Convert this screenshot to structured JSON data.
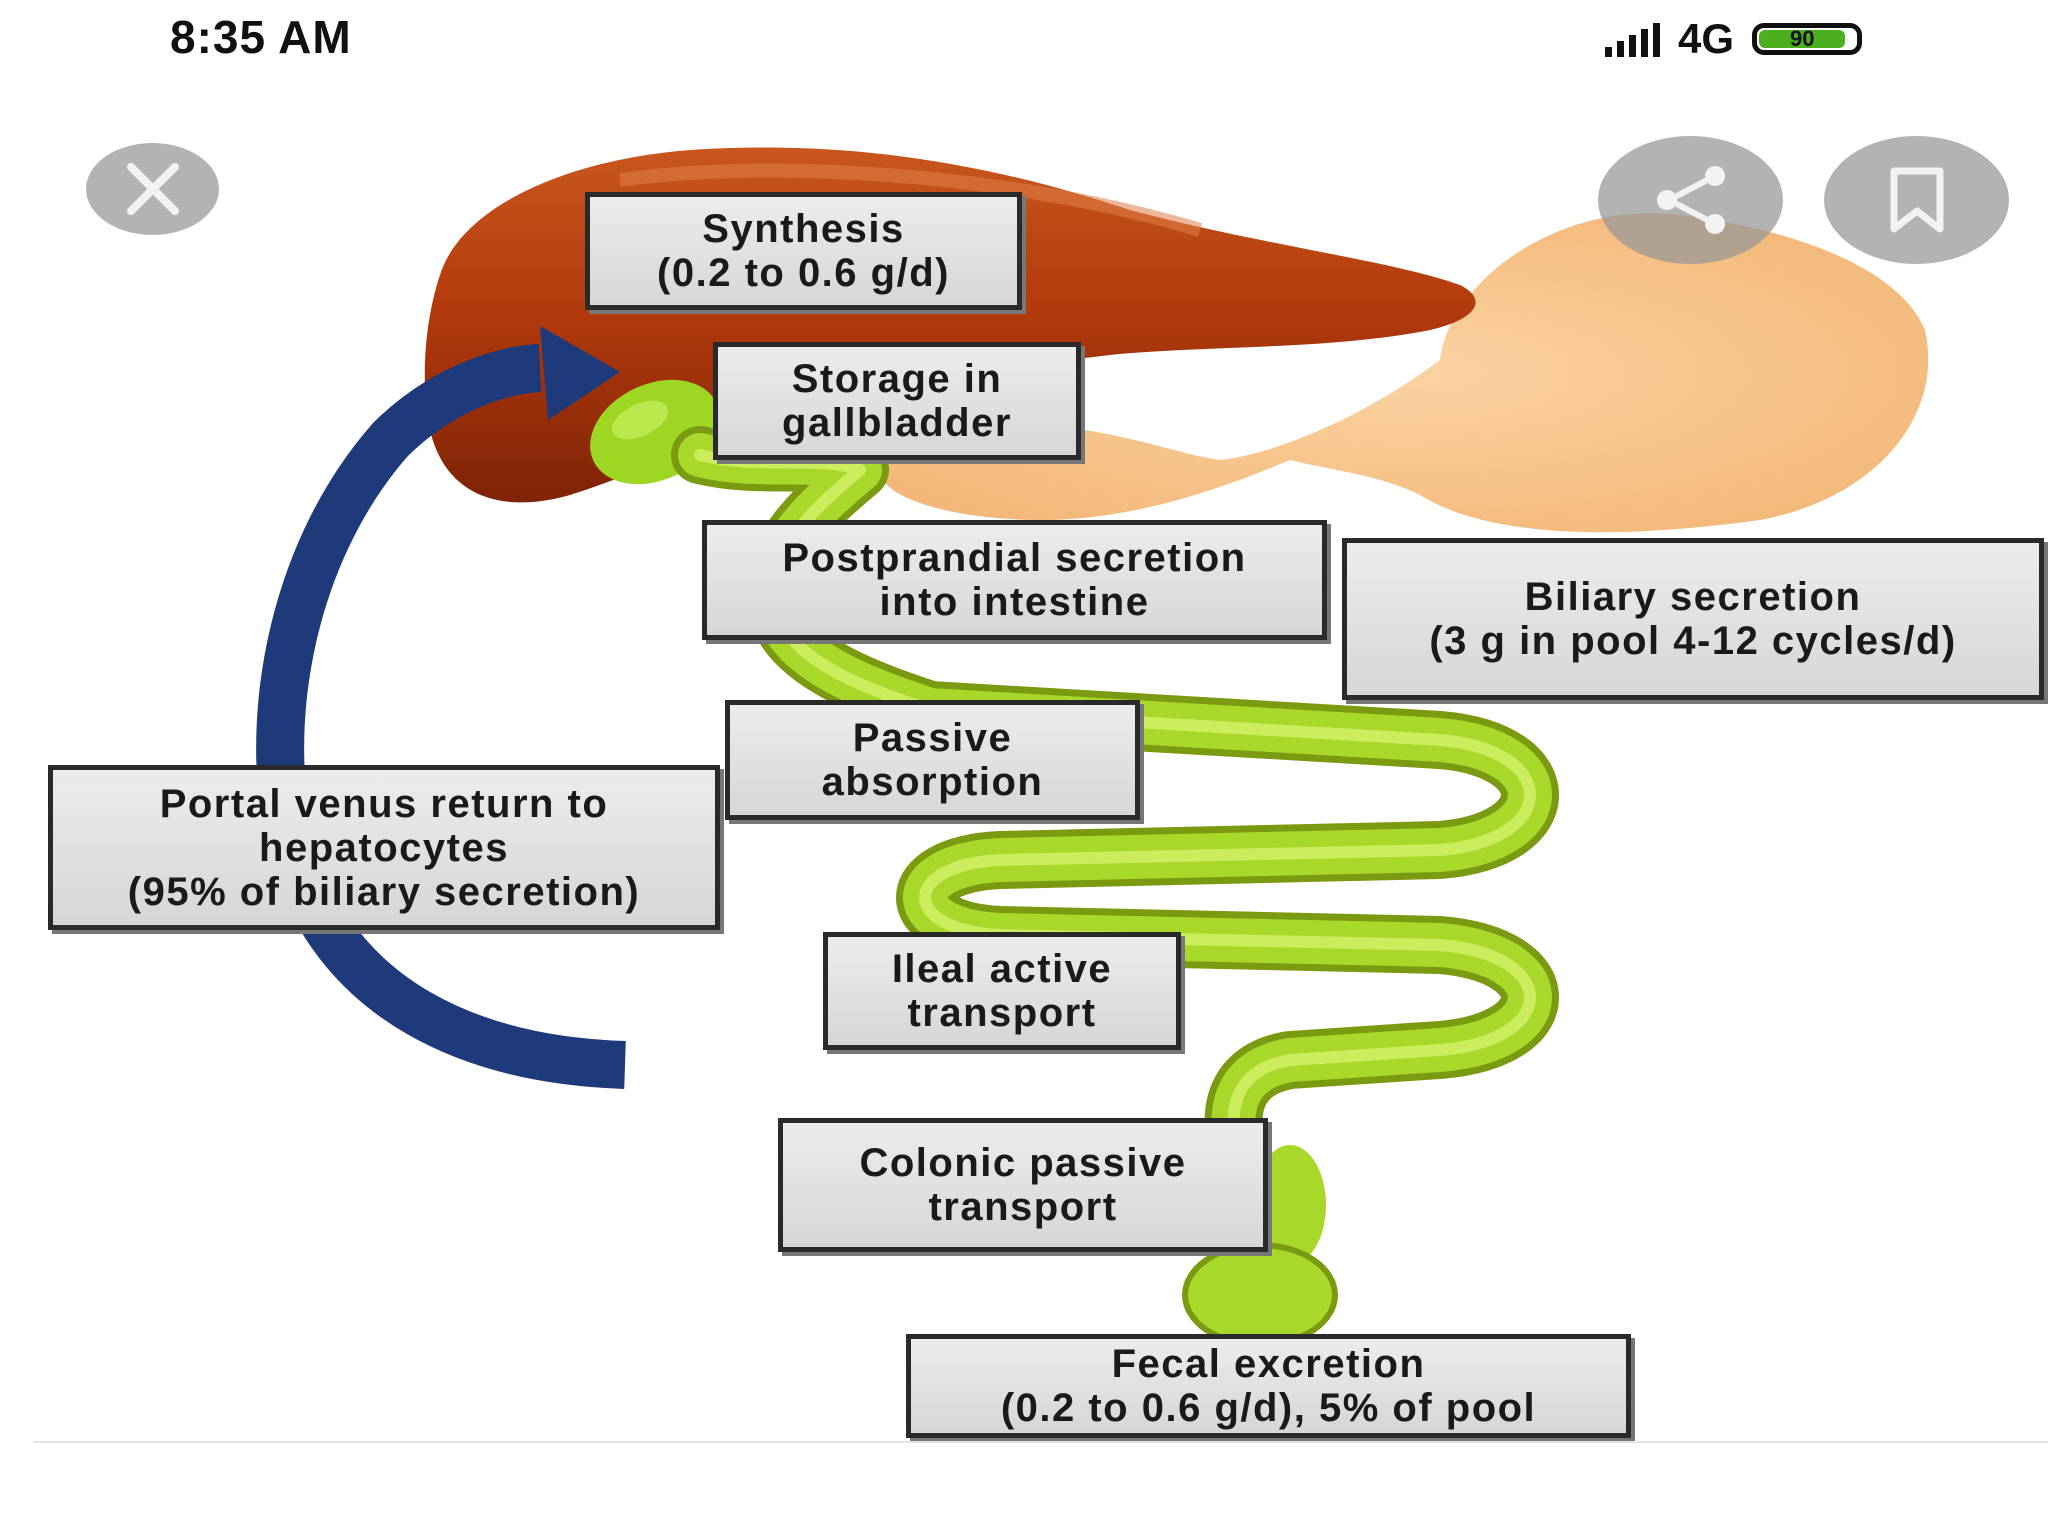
{
  "status_bar": {
    "time": "8:35 AM",
    "network": "4G",
    "battery": "90"
  },
  "overlay": {
    "close_icon": "close-icon",
    "share_icon": "share-icon",
    "bookmark_icon": "bookmark-icon"
  },
  "diagram": {
    "boxes": {
      "synthesis": [
        "Synthesis",
        "(0.2 to 0.6 g/d)"
      ],
      "storage": [
        "Storage in",
        "gallbladder"
      ],
      "postprandial": [
        "Postprandial secretion",
        "into intestine"
      ],
      "biliary": [
        "Biliary secretion",
        "(3 g in pool  4-12 cycles/d)"
      ],
      "passive": [
        "Passive",
        "absorption"
      ],
      "portal": [
        "Portal venus return to",
        "hepatocytes",
        "(95% of biliary secretion)"
      ],
      "ileal": [
        "Ileal active",
        "transport"
      ],
      "colonic": [
        "Colonic passive",
        "transport"
      ],
      "fecal": [
        "Fecal excretion",
        "(0.2 to 0.6 g/d), 5% of pool"
      ]
    },
    "colors": {
      "liver": "#b8420f",
      "gallbladder": "#9ed624",
      "intestine": "#a8d82a",
      "stomach": "#f7c891",
      "portal_arrow": "#1f3a7a"
    }
  }
}
